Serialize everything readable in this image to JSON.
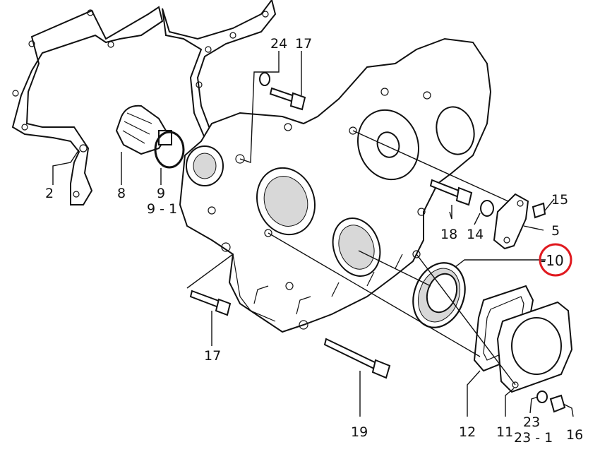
{
  "labels": {
    "p2": "2",
    "p8": "8",
    "p9": "9",
    "p9_1": "9 - 1",
    "p24": "24",
    "p17_top": "17",
    "p15": "15",
    "p5": "5",
    "p18": "18",
    "p14": "14",
    "p10": "-10",
    "p17_bottom": "17",
    "p19": "19",
    "p12": "12",
    "p11": "11",
    "p23": "23",
    "p23_1": "23 - 1",
    "p16": "16"
  },
  "highlight": {
    "part": "10",
    "color": "#e0191f"
  }
}
